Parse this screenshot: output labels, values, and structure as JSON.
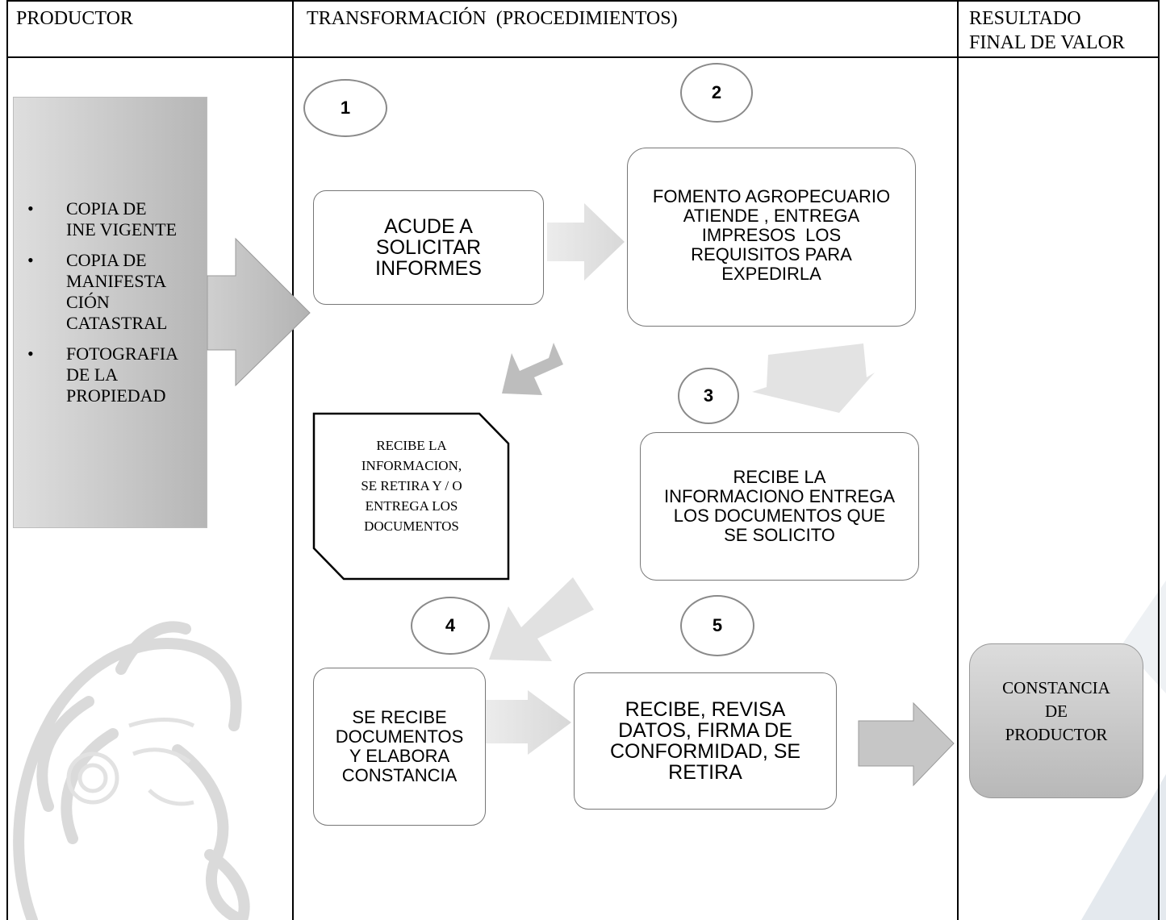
{
  "headers": {
    "productor": "PRODUCTOR",
    "transformacion": "TRANSFORMACIÓN  (PROCEDIMIENTOS)",
    "resultado_line1": "RESULTADO",
    "resultado_line2": "FINAL DE VALOR"
  },
  "productor": {
    "items": [
      {
        "bullet": "•",
        "lines": [
          "COPIA DE",
          "INE VIGENTE"
        ]
      },
      {
        "bullet": "•",
        "lines": [
          "COPIA DE",
          "MANIFESTA",
          "CIÓN",
          "CATASTRAL"
        ]
      },
      {
        "bullet": "•",
        "lines": [
          "FOTOGRAFIA",
          "DE LA",
          "PROPIEDAD"
        ]
      }
    ]
  },
  "steps": {
    "n1": "1",
    "n2": "2",
    "n3": "3",
    "n4": "4",
    "n5": "5"
  },
  "boxes": {
    "acude": [
      "ACUDE A",
      "SOLICITAR",
      "INFORMES"
    ],
    "fomento": [
      "FOMENTO AGROPECUARIO",
      "ATIENDE , ENTREGA",
      "IMPRESOS  LOS",
      "REQUISITOS PARA",
      "EXPEDIRLA"
    ],
    "recibe_info": [
      "RECIBE LA",
      "INFORMACION,",
      "SE RETIRA Y / O",
      "ENTREGA LOS",
      "DOCUMENTOS"
    ],
    "recibe_entrega": [
      "RECIBE LA",
      "INFORMACIONO ENTREGA",
      "LOS DOCUMENTOS QUE",
      "SE SOLICITO"
    ],
    "se_recibe": [
      "SE RECIBE",
      "DOCUMENTOS",
      "Y ELABORA",
      "CONSTANCIA"
    ],
    "recibe_revisa": [
      "RECIBE, REVISA",
      "DATOS, FIRMA DE",
      "CONFORMIDAD, SE",
      "RETIRA"
    ]
  },
  "resultado": {
    "lines": [
      "CONSTANCIA",
      "DE",
      "PRODUCTOR"
    ]
  },
  "colors": {
    "panel_gray": "#c4c4c4",
    "arrow_gray": "#bbbbbb",
    "arrow_light": "#dcdcdc",
    "circle_border": "#8a8a8a"
  }
}
